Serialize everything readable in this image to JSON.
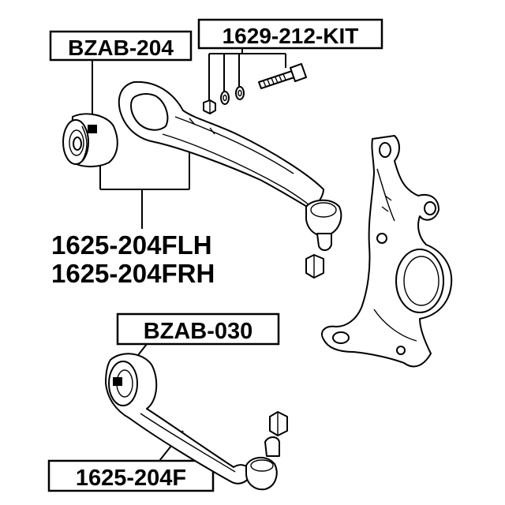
{
  "labels": {
    "bushing_upper": "BZAB-204",
    "hardware_kit": "1629-212-KIT",
    "arm_left": "1625-204FLH",
    "arm_right": "1625-204FRH",
    "bushing_lower": "BZAB-030",
    "lower_arm": "1625-204F"
  }
}
